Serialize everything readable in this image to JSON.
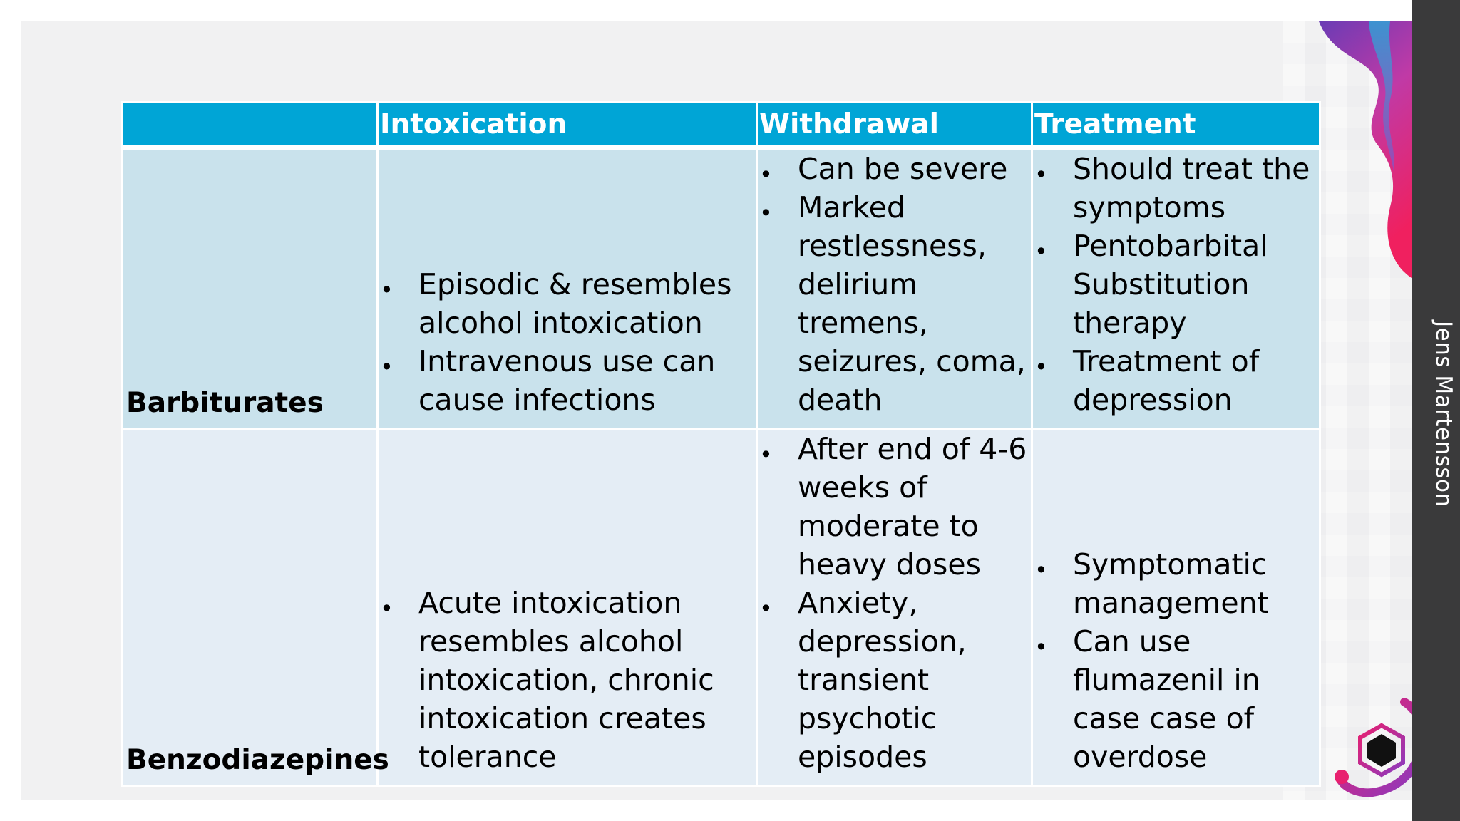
{
  "author": "Jens Martensson",
  "table": {
    "headers": [
      "",
      "Intoxication",
      "Withdrawal",
      "Treatment"
    ],
    "rows": [
      {
        "label": "Barbiturates",
        "intoxication": [
          "Episodic & resembles alcohol intoxication",
          "Intravenous use can cause infections"
        ],
        "withdrawal": [
          "Can be severe",
          "Marked restlessness, delirium tremens, seizures, coma, death"
        ],
        "treatment": [
          "Should treat the symptoms",
          "Pentobarbital Substitution therapy",
          "Treatment of depression"
        ]
      },
      {
        "label": "Benzodiazepines",
        "intoxication": [
          "Acute intoxication resembles alcohol intoxication, chronic intoxication creates tolerance"
        ],
        "withdrawal": [
          "After end of 4-6 weeks of moderate to heavy doses",
          "Anxiety, depression, transient psychotic episodes"
        ],
        "treatment": [
          "Symptomatic management",
          "Can use flumazenil in case case of overdose"
        ]
      }
    ]
  },
  "colors": {
    "header_bg": "#00a5d6",
    "row1_bg": "#c9e2ec",
    "row2_bg": "#e4edf5",
    "sidebar_bg": "#3a3a3b",
    "accent_pink": "#e8206f",
    "accent_purple": "#6a3bb5"
  },
  "icons": [
    "hexagon-logo-icon",
    "decorative-wave-icon"
  ]
}
